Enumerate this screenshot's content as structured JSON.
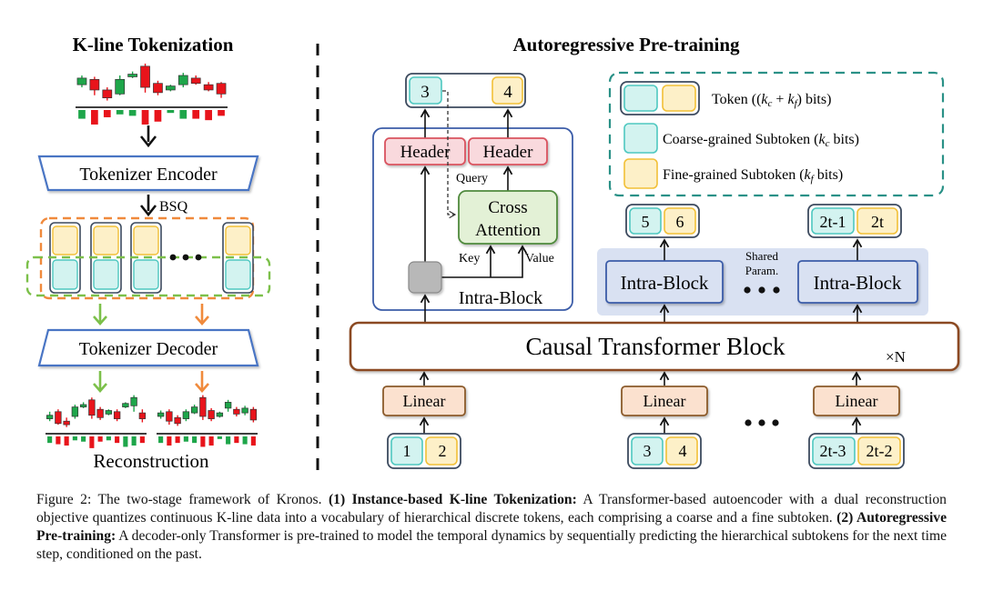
{
  "left_panel": {
    "title": "K-line Tokenization",
    "encoder_label": "Tokenizer Encoder",
    "quantizer_label": "BSQ",
    "decoder_label": "Tokenizer Decoder",
    "reconstruction_label": "Reconstruction"
  },
  "right_panel": {
    "title": "Autoregressive Pre-training",
    "output_pair_detail": {
      "coarse": "3",
      "fine": "4"
    },
    "header_label": "Header",
    "query_label": "Query",
    "cross_attention_line1": "Cross",
    "cross_attention_line2": "Attention",
    "key_label": "Key",
    "value_label": "Value",
    "intra_block_label": "Intra-Block",
    "legend": {
      "token": "Token ((k_c + k_f) bits)",
      "coarse": "Coarse-grained Subtoken (k_c bits)",
      "fine": "Fine-grained Subtoken (k_f bits)"
    },
    "output_pairs": [
      {
        "coarse": "5",
        "fine": "6"
      },
      {
        "coarse": "2t-1",
        "fine": "2t"
      }
    ],
    "shared_param_line1": "Shared",
    "shared_param_line2": "Param.",
    "causal_block_label": "Causal Transformer Block",
    "repeat_label": "×N",
    "linear_label": "Linear",
    "input_pairs": [
      {
        "coarse": "1",
        "fine": "2"
      },
      {
        "coarse": "3",
        "fine": "4"
      },
      {
        "coarse": "2t-3",
        "fine": "2t-2"
      }
    ]
  },
  "colors": {
    "coarse_fill": "#d3f3f0",
    "coarse_stroke": "#4ec8c0",
    "fine_fill": "#fdf0c8",
    "fine_stroke": "#f2c037",
    "header_fill": "#f9d9dd",
    "header_stroke": "#d9535f",
    "attention_fill": "#e3f1d6",
    "attention_stroke": "#4f8a3c",
    "linear_fill": "#fbe1cf",
    "linear_stroke": "#8b5a2b",
    "causal_stroke": "#8b4a20",
    "encoder_stroke": "#4a74c4",
    "shared_bg": "#d9e1f2",
    "up_candle": "#1ea64a",
    "down_candle": "#e8141b"
  },
  "caption": {
    "prefix": "Figure 2: The two-stage framework of Kronos. ",
    "part1_num": "(1) ",
    "part1_title": "Instance-based K-line Tokenization:",
    "part1_text": " A Transformer-based autoencoder with a dual reconstruction objective quantizes continuous K-line data into a vocabulary of hierarchical discrete tokens, each comprising a coarse and a fine subtoken. ",
    "part2_num": "(2) ",
    "part2_title": "Autoregressive Pre-training:",
    "part2_text": " A decoder-only Transformer is pre-trained to model the temporal dynamics by sequentially predicting the hierarchical subtokens for the next time step, conditioned on the past."
  }
}
